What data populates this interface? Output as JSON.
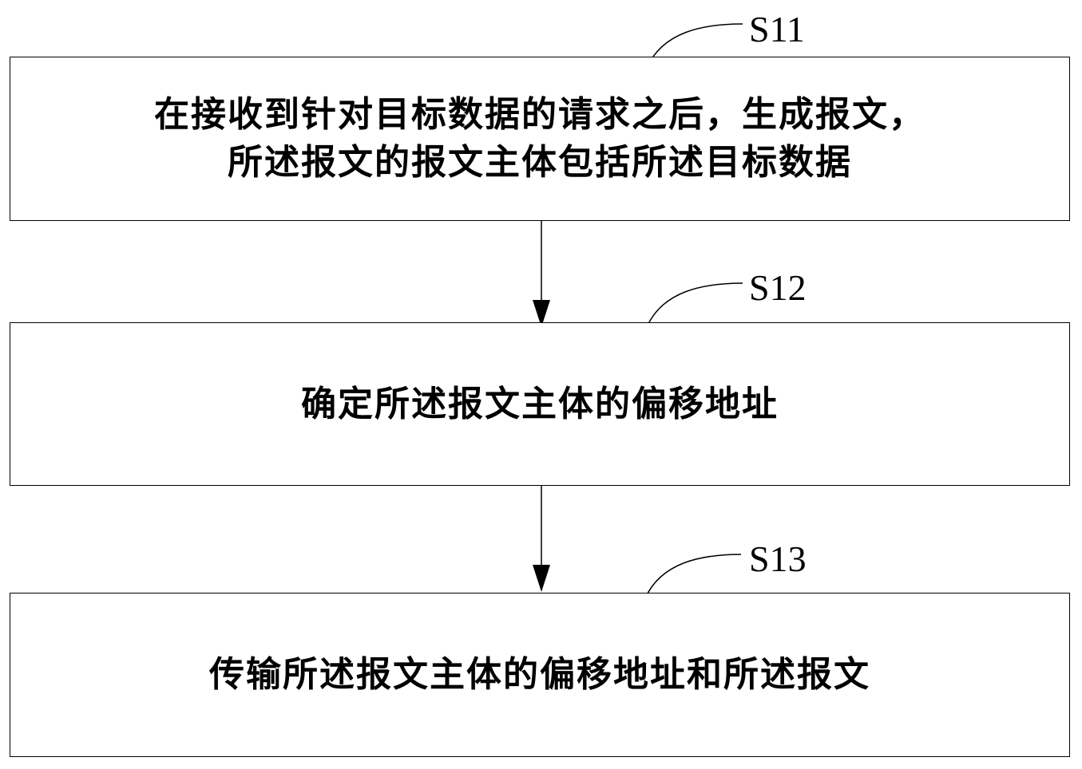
{
  "steps": [
    {
      "id": "S11",
      "label": "S11",
      "lines": [
        "在接收到针对目标数据的请求之后，生成报文，",
        "所述报文的报文主体包括所述目标数据"
      ]
    },
    {
      "id": "S12",
      "label": "S12",
      "lines": [
        "确定所述报文主体的偏移地址"
      ]
    },
    {
      "id": "S13",
      "label": "S13",
      "lines": [
        "传输所述报文主体的偏移地址和所述报文"
      ]
    }
  ],
  "colors": {
    "stroke": "#000000",
    "background": "#ffffff"
  }
}
